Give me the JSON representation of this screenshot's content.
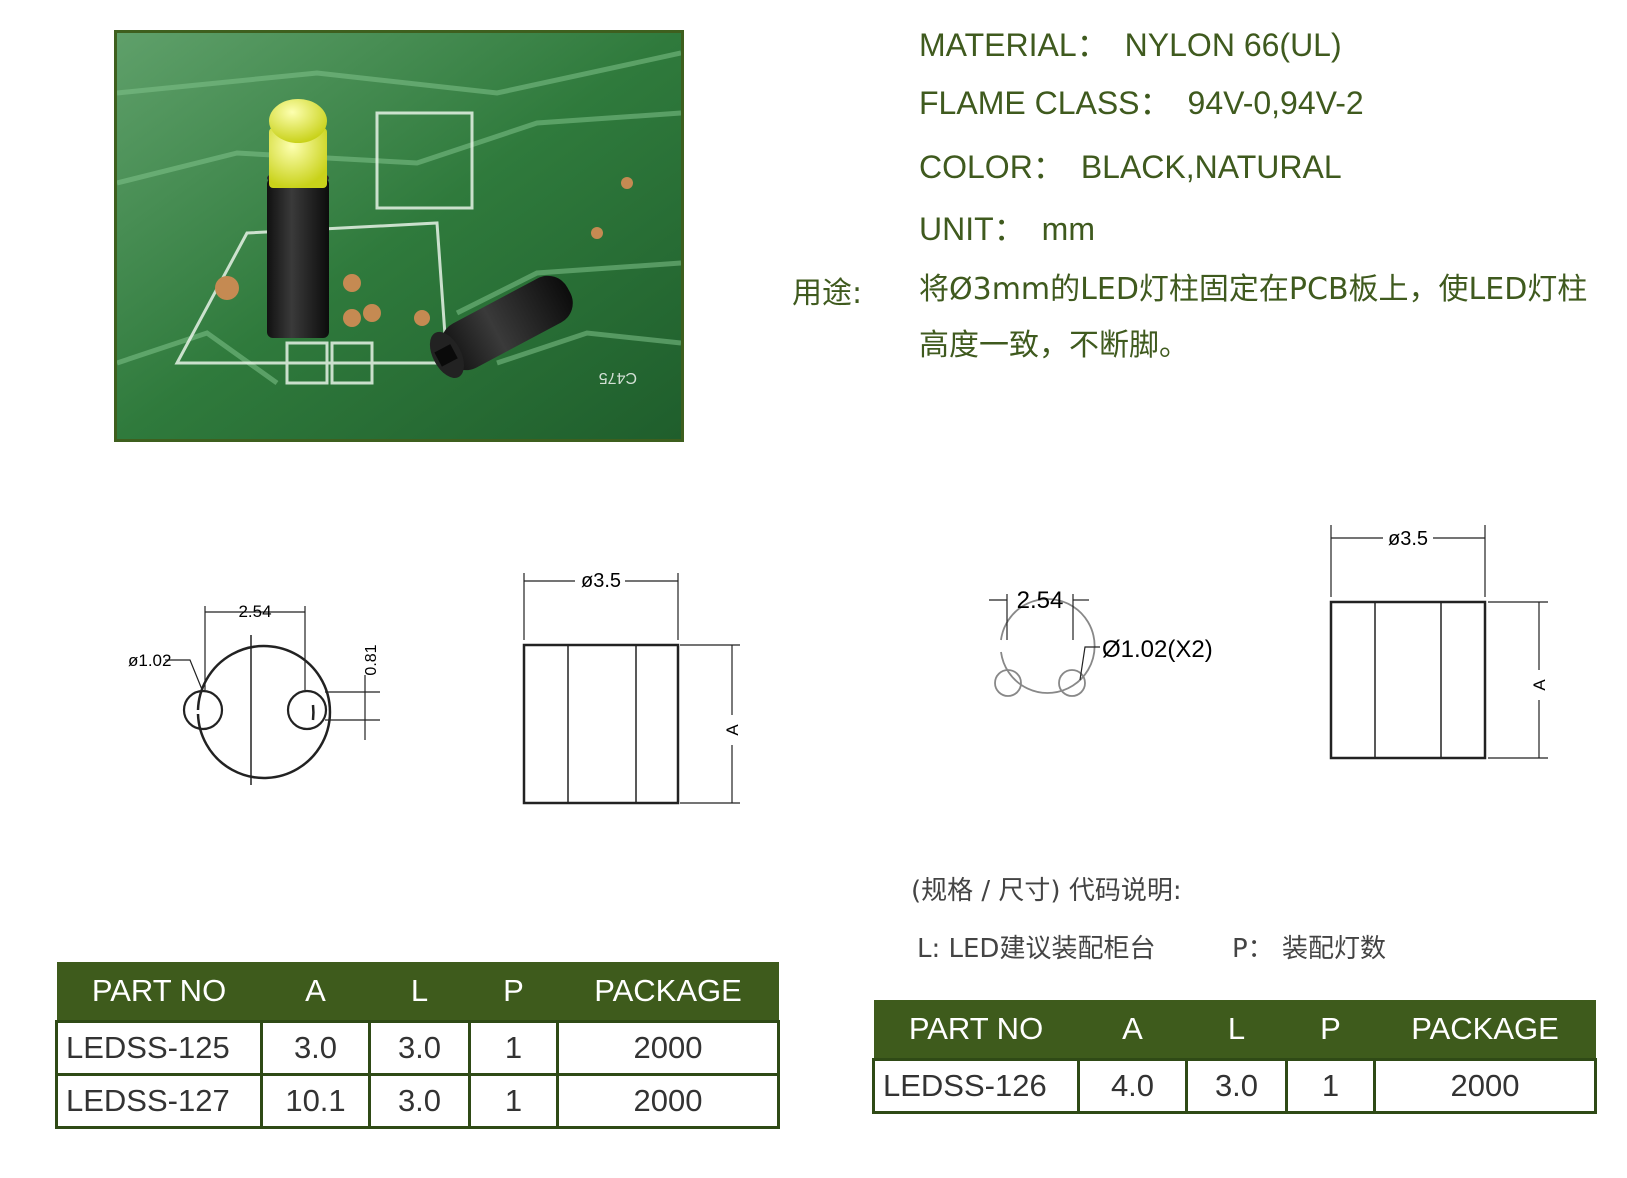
{
  "specs": {
    "material": {
      "label": "MATERIAL：",
      "value": "NYLON 66(UL)"
    },
    "flame": {
      "label": "FLAME CLASS：",
      "value": "94V-0,94V-2"
    },
    "color": {
      "label": "COLOR：",
      "value": "BLACK,NATURAL"
    },
    "unit": {
      "label": "UNIT：",
      "value": "mm"
    }
  },
  "usage": {
    "label": "用途:",
    "text": "将Ø3mm的LED灯柱固定在PCB板上，使LED灯柱高度一致，不断脚。"
  },
  "drawing1": {
    "top_view": {
      "pitch": "2.54",
      "hole": "ø1.02",
      "slot": "0.81"
    },
    "side_view": {
      "diameter": "ø3.5",
      "height": "A"
    }
  },
  "drawing2": {
    "top_view": {
      "pitch": "2.54",
      "hole": "Ø1.02(X2)"
    },
    "side_view": {
      "diameter": "ø3.5",
      "height": "A"
    }
  },
  "notes": {
    "title": "(规格 / 尺寸) 代码说明:",
    "l_desc": "L: LED建议装配柜台",
    "p_desc": "P： 装配灯数"
  },
  "table_headers": [
    "PART NO",
    "A",
    "L",
    "P",
    "PACKAGE"
  ],
  "table1": {
    "rows": [
      [
        "LEDSS-125",
        "3.0",
        "3.0",
        "1",
        "2000"
      ],
      [
        "LEDSS-127",
        "10.1",
        "3.0",
        "1",
        "2000"
      ]
    ]
  },
  "table2": {
    "rows": [
      [
        "LEDSS-126",
        "4.0",
        "3.0",
        "1",
        "2000"
      ]
    ]
  },
  "colors": {
    "brand_green": "#3e5b1c",
    "text_green": "#3f5a1e"
  }
}
